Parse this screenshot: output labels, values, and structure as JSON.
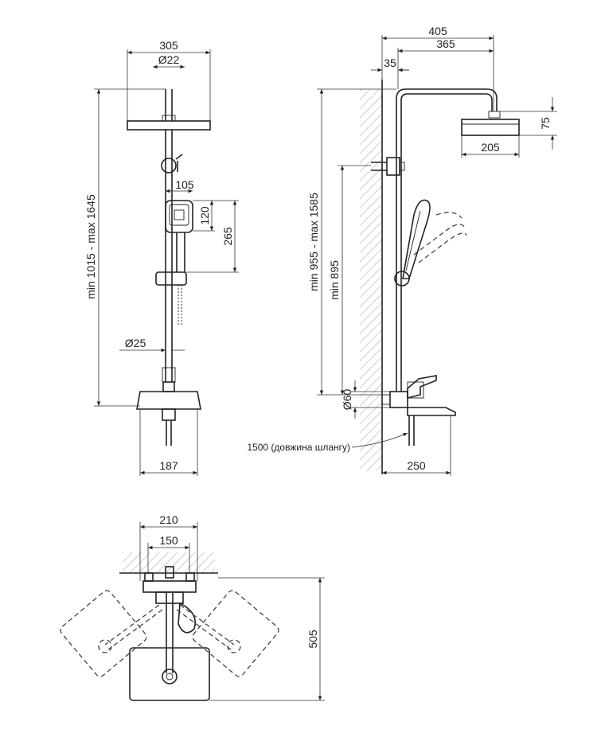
{
  "front_view": {
    "dims": {
      "head_width": "305",
      "pipe_diameter": "Ø22",
      "total_height": "min 1015 - max 1645",
      "hand_width": "105",
      "hand_head": "120",
      "hand_length": "265",
      "rail_diameter": "Ø25",
      "mixer_width": "187"
    }
  },
  "side_view": {
    "dims": {
      "total_reach": "405",
      "arm_reach": "365",
      "wall_gap": "35",
      "head_height": "75",
      "head_width": "205",
      "height_range": "min 955 - max 1585",
      "min_height": "min 895",
      "mixer_diameter": "Ø60",
      "spout_reach": "250",
      "hose_note": "1500 (довжина шлангу)"
    }
  },
  "top_view": {
    "dims": {
      "outer_width": "210",
      "inner_width": "150",
      "depth": "505"
    }
  }
}
